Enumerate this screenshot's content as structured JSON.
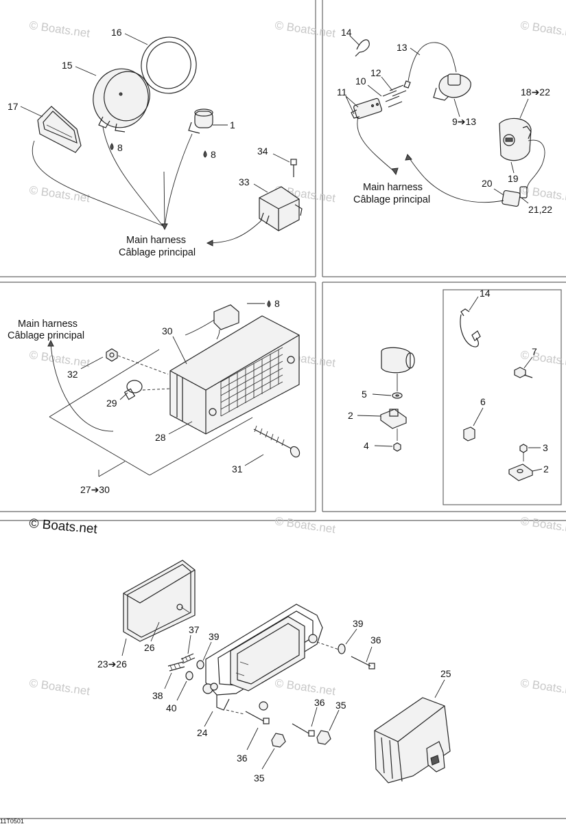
{
  "harness": {
    "en": "Main harness",
    "fr": "Câblage principal"
  },
  "copyright": "© Boats.net",
  "watermark": "© Boats.net",
  "drawing_code": "11T0501",
  "labels": {
    "p1_1": "1",
    "p1_8a": "8",
    "p1_8b": "8",
    "p1_15": "15",
    "p1_16": "16",
    "p1_17": "17",
    "p1_33": "33",
    "p1_34": "34",
    "p2_9": "9➔13",
    "p2_10": "10",
    "p2_11": "11",
    "p2_12": "12",
    "p2_13": "13",
    "p2_14": "14",
    "p2_18": "18➔22",
    "p2_19": "19",
    "p2_20": "20",
    "p2_21": "21,22",
    "p3_8": "8",
    "p3_27": "27➔30",
    "p3_28": "28",
    "p3_29": "29",
    "p3_30": "30",
    "p3_31": "31",
    "p3_32": "32",
    "p4_14": "14",
    "p4_7": "7",
    "p4_6": "6",
    "p4_5": "5",
    "p4_2a": "2",
    "p4_4": "4",
    "p4_3": "3",
    "p4_2b": "2",
    "p5_23": "23➔26",
    "p5_24": "24",
    "p5_25": "25",
    "p5_26": "26",
    "p5_35a": "35",
    "p5_35b": "35",
    "p5_36a": "36",
    "p5_36b": "36",
    "p5_36c": "36",
    "p5_37": "37",
    "p5_38": "38",
    "p5_39a": "39",
    "p5_39b": "39",
    "p5_40": "40"
  }
}
